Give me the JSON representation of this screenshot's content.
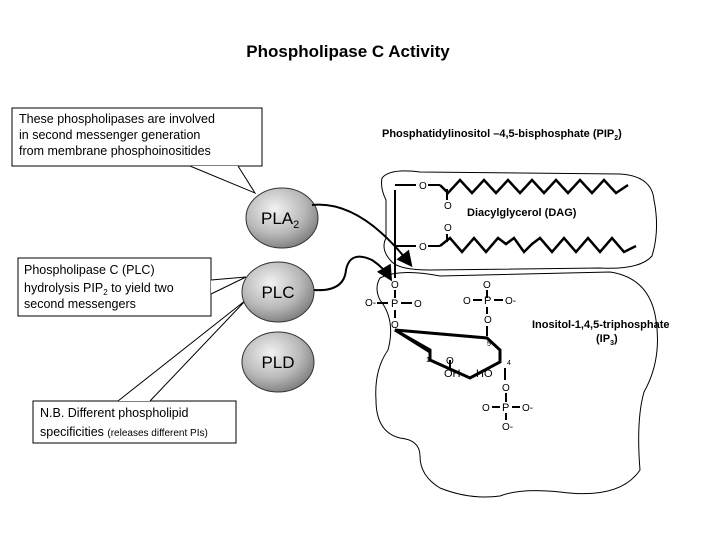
{
  "title": "Phospholipase C Activity",
  "callouts": {
    "pla2_note": [
      "These phospholipases are involved",
      "in second messenger generation",
      "from membrane phosphoinositides"
    ],
    "plc_note": [
      "Phospholipase C (PLC)",
      "hydrolysis PIP",
      "2",
      " to yield two",
      "second messengers"
    ],
    "pld_note": [
      "N.B. Different phospholipid",
      "specificities ",
      "(releases different PIs)"
    ]
  },
  "enzymes": {
    "pla2": "PLA",
    "pla2_sub": "2",
    "plc": "PLC",
    "pld": "PLD"
  },
  "molecules": {
    "pip2_label": "Phosphatidylinositol –4,5-bisphosphate (PIP",
    "pip2_sub": "2",
    "pip2_close": ")",
    "dag_label": "Diacylglycerol (DAG)",
    "ip3_label_line1": "Inositol-1,4,5-triphosphate",
    "ip3_label_line2": "(IP",
    "ip3_sub": "3",
    "ip3_close": ")"
  },
  "atoms": {
    "o": "O",
    "o_minus": "O-",
    "p": "P",
    "oh": "OH",
    "ho": "HO",
    "n1": "1",
    "n4": "4",
    "n5": "5"
  }
}
